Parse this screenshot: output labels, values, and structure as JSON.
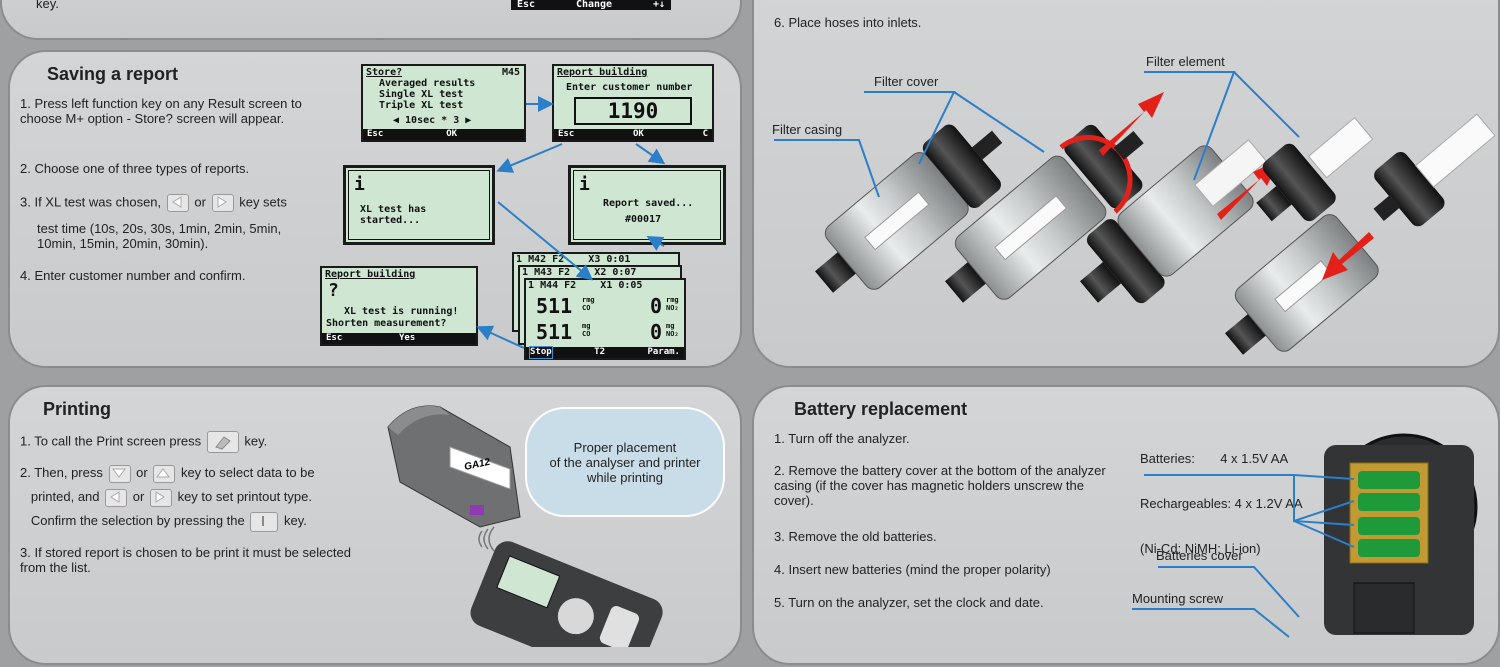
{
  "top_left": {
    "partial_text": "key.",
    "lcd_bar": [
      "Esc",
      "Change",
      "+↓"
    ]
  },
  "top_right": {
    "step6": "6. Place hoses into inlets."
  },
  "saving": {
    "title": "Saving a report",
    "steps": [
      "1. Press left function key on any Result screen to choose M+ option - Store? screen will appear.",
      "2. Choose one of three types of reports.",
      "3. If XL test was chosen,",
      "test time (10s, 20s, 30s, 1min, 2min, 5min, 10min, 15min, 20min, 30min).",
      "4. Enter customer number and confirm."
    ],
    "step3_or": "or",
    "step3_tail": "key sets",
    "store_screen": {
      "title": "Store?",
      "mem": "M45",
      "lines": [
        "Averaged results",
        "Single XL test",
        "Triple XL test"
      ],
      "sel": "◀ 10sec * 3 ▶",
      "bar": [
        "Esc",
        "OK",
        ""
      ]
    },
    "report_building": {
      "title": "Report building",
      "prompt": "Enter customer number",
      "number": "1190",
      "bar": [
        "Esc",
        "OK",
        "C"
      ]
    },
    "xl_started": {
      "text": "XL test has started..."
    },
    "report_saved": {
      "line1": "Report saved...",
      "line2": "#00017"
    },
    "xl_running": {
      "title": "Report building",
      "line1": "XL test is running!",
      "line2": "Shorten measurement?",
      "bar": [
        "Esc",
        "Yes",
        ""
      ]
    },
    "result_screens": {
      "rows": [
        {
          "num": "1",
          "m": "M42",
          "f": "F2",
          "x": "X3",
          "t": "0:01"
        },
        {
          "num": "1",
          "m": "M43",
          "f": "F2",
          "x": "X2",
          "t": "0:07"
        },
        {
          "num": "1",
          "m": "M44",
          "f": "F2",
          "x": "X1",
          "t": "0:05"
        }
      ],
      "v1": "511",
      "u1a": "rmg",
      "u1b": "CO",
      "z1": "0",
      "z1u": "rmg",
      "z1s": "NO₂",
      "v2": "511",
      "u2a": "mg",
      "u2b": "CO",
      "z2": "0",
      "z2u": "mg",
      "z2s": "NO₂",
      "bar": [
        "Stop",
        "T2",
        "Param."
      ]
    }
  },
  "filters": {
    "labels": {
      "casing": "Filter casing",
      "cover": "Filter cover",
      "element": "Filter element"
    }
  },
  "printing": {
    "title": "Printing",
    "step1a": "1. To call the Print screen press",
    "step1b": "key.",
    "step2a": "2. Then, press",
    "step2b": "or",
    "step2c": "key to select data to be",
    "step2d": "printed, and",
    "step2e": "or",
    "step2f": "key to set printout type.",
    "step2g": "Confirm the selection by pressing the",
    "step2h": "key.",
    "step3": "3. If stored report is chosen to be print it must be selected from the list.",
    "bubble": "Proper placement\nof the analyser and printer\nwhile printing",
    "printer_label": "GA12"
  },
  "battery": {
    "title": "Battery replacement",
    "steps": [
      "1. Turn off the analyzer.",
      "2. Remove the battery cover at the bottom of the analyzer casing (if the cover has magnetic holders unscrew the cover).",
      "3. Remove the old batteries.",
      "4. Insert new batteries (mind the proper polarity)",
      "5. Turn on the analyzer, set the clock and date."
    ],
    "spec_batteries": "Batteries:       4 x 1.5V AA",
    "spec_rechargeables": "Rechargeables: 4 x 1.2V AA",
    "spec_types": "(Ni-Cd; NiMH; Li-ion)",
    "cover_label": "Batteries cover",
    "screw_label": "Mounting screw"
  },
  "colors": {
    "lcd_bg": "#cfe7d2",
    "arrow_blue": "#2a7fc8",
    "arrow_red": "#e32119",
    "battery_green": "#1f9a3a"
  }
}
